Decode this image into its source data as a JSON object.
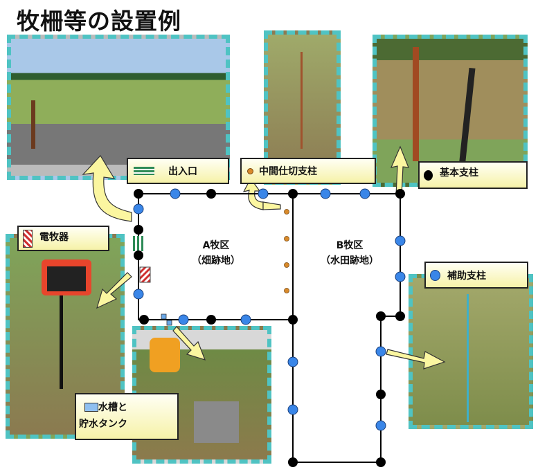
{
  "title": "牧柵等の設置例",
  "labels": {
    "gate": "出入口",
    "partition_post": "中間仕切支柱",
    "main_post": "基本支柱",
    "energizer": "電牧器",
    "aux_post": "補助支柱",
    "water_line1": "水槽と",
    "water_line2": "貯水タンク"
  },
  "zones": {
    "a_name": "A牧区",
    "a_sub": "（畑跡地）",
    "b_name": "B牧区",
    "b_sub": "（水田跡地）"
  },
  "colors": {
    "frame": "#4fc3c3",
    "main_post": "#000000",
    "aux_post": "#3a86e8",
    "partition_post": "#d98a2b",
    "gate": "#2e8b57",
    "arrow": "#fbf6a0"
  }
}
